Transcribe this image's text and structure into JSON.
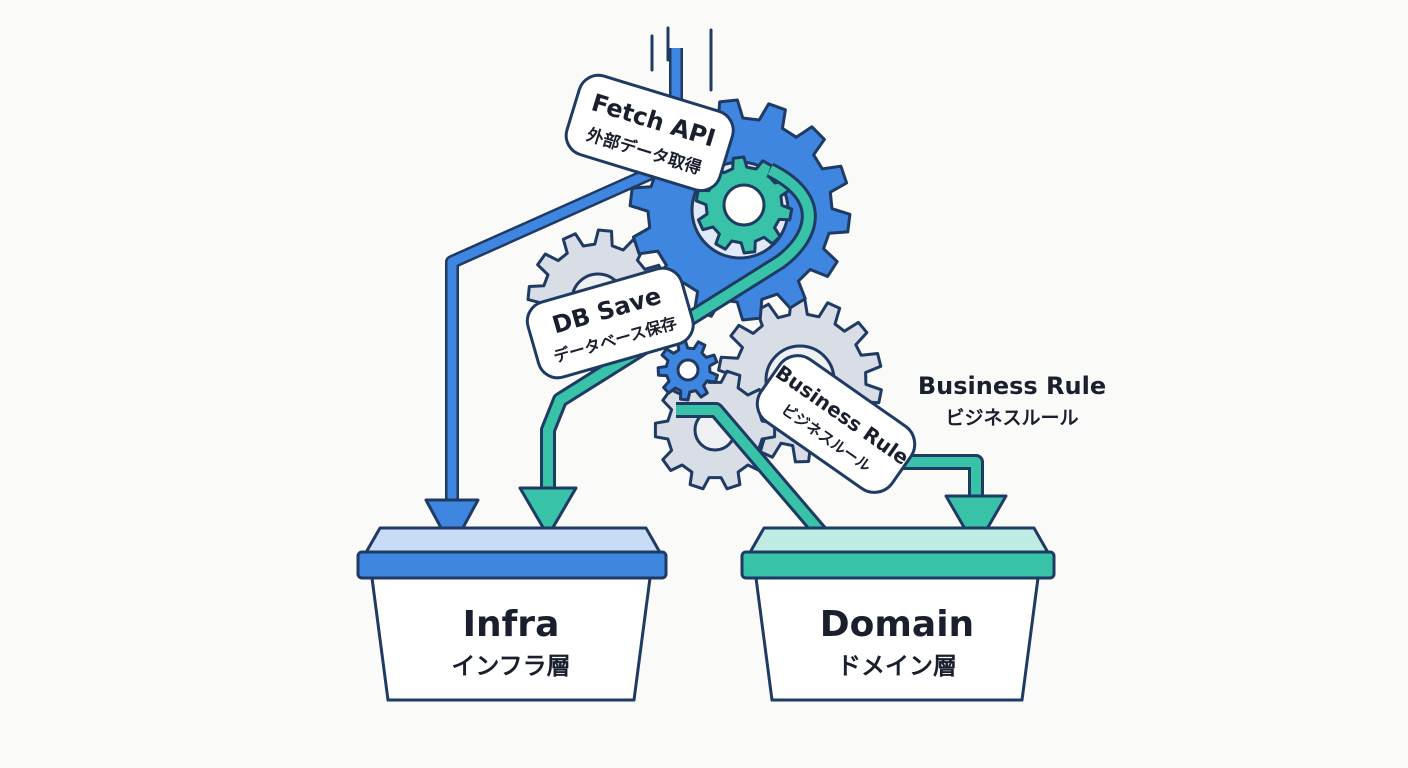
{
  "colors": {
    "blue": "#3f86e0",
    "blue_light": "#c8dcf5",
    "teal": "#38c2a8",
    "teal_light": "#bfece2",
    "gray_gear": "#d9dde6",
    "outline": "#1f3a63",
    "background": "#fafaf8"
  },
  "labels": {
    "fetch_api": {
      "en": "Fetch API",
      "jp": "外部データ取得"
    },
    "db_save": {
      "en": "DB Save",
      "jp": "データベース保存"
    },
    "business_rule_tag": {
      "en": "Business Rule",
      "jp": "ビジネスルール"
    },
    "business_rule_side": {
      "en": "Business Rule",
      "jp": "ビジネスルール"
    }
  },
  "boxes": {
    "infra": {
      "en": "Infra",
      "jp": "インフラ層"
    },
    "domain": {
      "en": "Domain",
      "jp": "ドメイン層"
    }
  },
  "icons": [
    "gear-icon",
    "arrow-down-icon"
  ]
}
